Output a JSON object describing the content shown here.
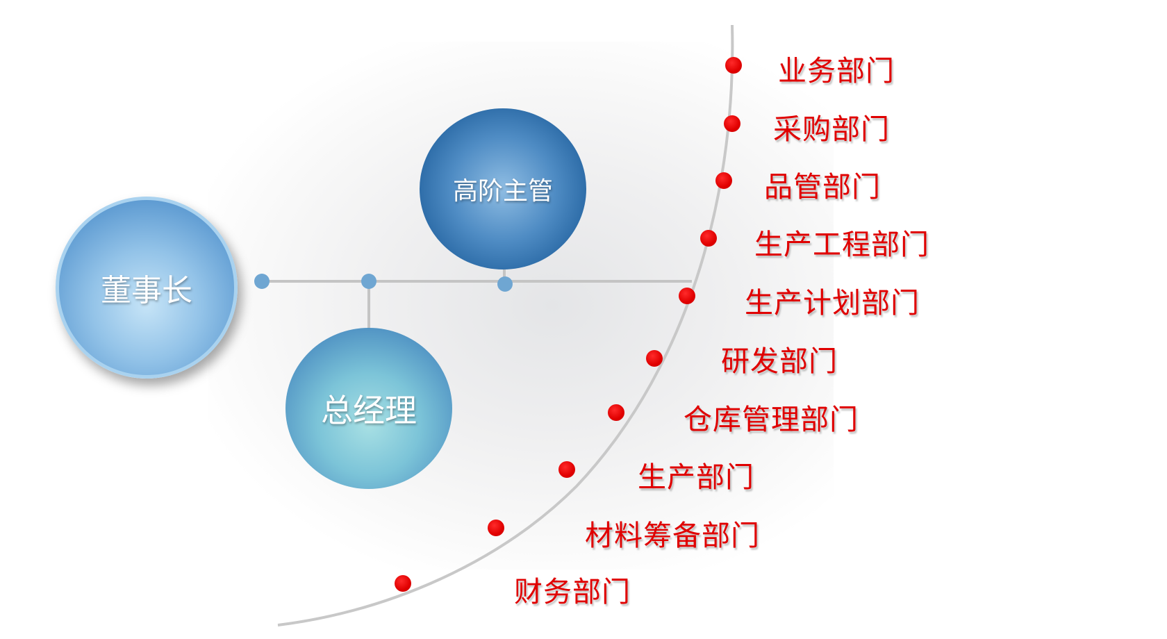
{
  "diagram": {
    "type": "org-chart",
    "nodes": {
      "chairman": {
        "label": "董事长"
      },
      "senior_management": {
        "label": "高阶主管"
      },
      "general_manager": {
        "label": "总经理"
      }
    },
    "departments": [
      {
        "label": "业务部门"
      },
      {
        "label": "采购部门"
      },
      {
        "label": "品管部门"
      },
      {
        "label": "生产工程部门"
      },
      {
        "label": "生产计划部门"
      },
      {
        "label": "研发部门"
      },
      {
        "label": "仓库管理部门"
      },
      {
        "label": "生产部门"
      },
      {
        "label": "材料筹备部门"
      },
      {
        "label": "财务部门"
      }
    ],
    "colors": {
      "department_text": "#e00000",
      "department_dot": "#e00000",
      "connector_line": "#c8c8c8",
      "joint_dot": "#6fa6d2",
      "chairman_fill": "#5a98d0",
      "senior_fill": "#1f5f9c",
      "gm_fill": "#7cc4d8"
    }
  }
}
